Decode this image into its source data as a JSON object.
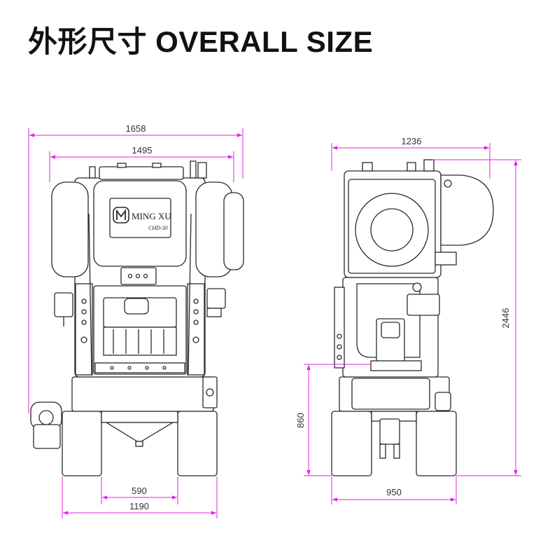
{
  "title": "外形尺寸 OVERALL SIZE",
  "colors": {
    "dimension_line": "#e020e0",
    "outline": "#2a2a2a",
    "text": "#333333"
  },
  "front_view": {
    "brand": "MING XU",
    "model": "CHD-30",
    "dimensions": {
      "overall_width": "1658",
      "frame_width": "1495",
      "base_width": "1190",
      "base_inner": "590"
    }
  },
  "side_view": {
    "dimensions": {
      "depth": "1236",
      "height": "2446",
      "table_height": "860",
      "base_depth": "950"
    }
  }
}
